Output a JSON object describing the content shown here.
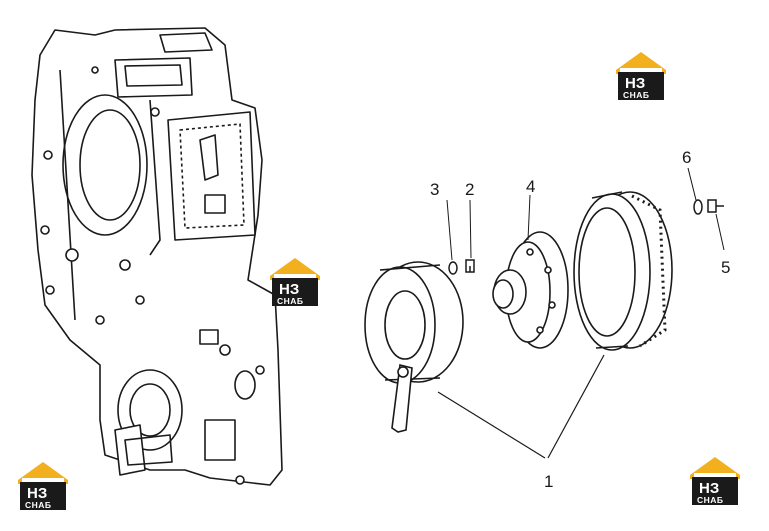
{
  "callouts": {
    "c1": "1",
    "c2": "2",
    "c3": "3",
    "c4": "4",
    "c5": "5",
    "c6": "6"
  },
  "logo": {
    "top_text": "НЗ",
    "bottom_text": "СНАБ",
    "roof_color": "#f2b01e",
    "box_color": "#1a1a1a"
  }
}
